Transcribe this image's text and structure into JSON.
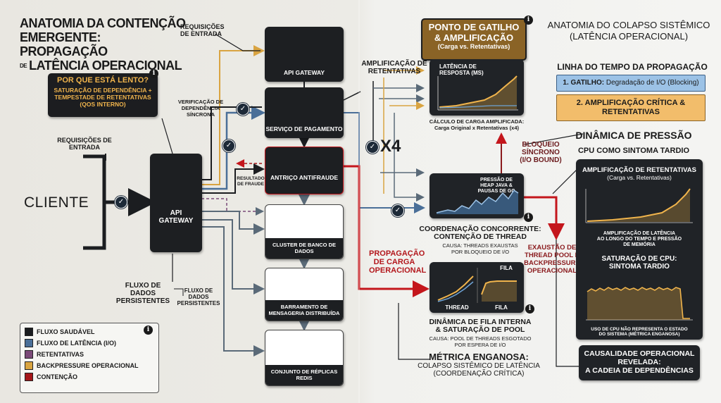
{
  "left_title": {
    "line1": "ANATOMIA DA CONTENÇÃO",
    "line2": "EMERGENTE: PROPAGAÇÃO",
    "prefix": "DE",
    "line3": "LATÊNCIA OPERACIONAL"
  },
  "why_slow": {
    "title": "POR QUE ESTÁ LENTO?",
    "body1": "SATURAÇÃO DE DEPENDÊNCIA +",
    "body2": "TEMPESTADE DE RETENTATIVAS",
    "body3": "(QoS INTERNO)"
  },
  "client": {
    "label": "CLIENTE",
    "requests": "REQUISIÇÕES DE ENTRADA"
  },
  "top_requests": "REQUISIÇÕES DE ENTRADA",
  "api_gateway_main": "API GATEWAY",
  "api_gateway_top": "API GATEWAY",
  "payment_service": "SERVIÇO DE PAGAMENTO",
  "antifraud": "ANTRIÇO ANTIFRAUDE",
  "db_cluster": "CLUSTER DE BANCO DE DADOS",
  "message_bus": "BARRAMENTO DE MENSAGERIA DISTRIBUÍDA",
  "redis": "CONJUNTO DE RÉPLICAS REDIS",
  "sync_check": "VERIFICAÇÃO DE DEPENDÊNCIA SÍNCRONA",
  "fraud_result": "RESULTADO DE FRAUDE",
  "persistent_flow_1": "FLUXO DE DADOS PERSISTENTES",
  "persistent_flow_2": "FLUXO DE DADOS PERSISTENTES",
  "retry_amp_label": "AMPLIFICAÇÃO DE RETENTATIVAS",
  "x4": "X4",
  "trigger": {
    "line1": "PONTO DE GATILHO",
    "line2": "& AMPLIFICAÇÃO",
    "line3": "(Carga vs. Retentativas)"
  },
  "latency_chart": {
    "title": "LATÊNCIA DE RESPOSTA (ms)",
    "caption1": "CÁLCULO DE CARGA AMPLIFICADA:",
    "caption2": "Carga Original x Retentativas (x4)"
  },
  "sync_block": {
    "line1": "BLOQUEIO",
    "line2": "SÍNCRONO",
    "line3": "(I/O BOUND)"
  },
  "heap_chart": {
    "title": "PRESSÃO DE HEAP JAVA & PAUSAS DE GC"
  },
  "concurrency": {
    "title1": "COORDENAÇÃO CONCORRENTE:",
    "title2": "CONTENÇÃO DE THREAD",
    "cause1": "CAUSA: THREADS EXAUSTAS",
    "cause2": "POR BLOQUEIO DE I/O"
  },
  "load_propagation": "PROPAGAÇÃO DE CARGA OPERACIONAL",
  "queue_chart": {
    "thread": "THREAD",
    "fila": "FILA",
    "fila_top": "FILA"
  },
  "queue_dyn": {
    "title1": "DINÂMICA DE FILA INTERNA",
    "title2": "& SATURAÇÃO DE POOL",
    "cause1": "CAUSA: POOL DE THREADS ESGOTADO",
    "cause2": "POR ESPERA DE I/O"
  },
  "misleading": {
    "title": "MÉTRICA ENGANOSA:",
    "sub1": "COLAPSO SISTÊMICO DE LATÊNCIA",
    "sub2": "(COORDENAÇÃO CRÍTICA)"
  },
  "exhaustion": "EXAUSTÃO DE THREAD POOL E BACKPRESSURE OPERACIONAL",
  "right_title": {
    "line1": "ANATOMIA DO COLAPSO SISTÊMICO",
    "line2": "(LATÊNCIA OPERACIONAL)"
  },
  "timeline": {
    "title": "LINHA DO TEMPO DA PROPAGAÇÃO",
    "step1_num": "1. GATILHO:",
    "step1_txt": "Degradação de I/O (Blocking)",
    "step2": "2. AMPLIFICAÇÃO CRÍTICA & RETENTATIVAS"
  },
  "pressure": {
    "title": "DINÂMICA DE PRESSÃO",
    "sub": "CPU COMO SINTOMA TARDIO"
  },
  "retry_panel": {
    "title": "AMPLIFICAÇÃO DE RETENTATIVAS",
    "sub": "(Carga vs. Retentativas)",
    "caption1": "AMPLIFICAÇÃO DE LATÊNCIA",
    "caption2": "AO LONGO DO TEMPO E PRESSÃO",
    "caption3": "DE MEMÓRIA"
  },
  "cpu_panel": {
    "title1": "SATURAÇÃO DE CPU:",
    "title2": "SINTOMA TARDIO",
    "caption1": "USO DE CPU NÃO REPRESENTA O ESTADO",
    "caption2": "DO SISTEMA (MÉTRICA ENGANOSA)"
  },
  "causality": {
    "line1": "CAUSALIDADE OPERACIONAL",
    "line2": "REVELADA:",
    "line3": "A CADEIA DE DEPENDÊNCIAS"
  },
  "legend": {
    "items": [
      {
        "label": "FLUXO SAUDÁVEL",
        "color": "#1b1d20"
      },
      {
        "label": "FLUXO DE LATÊNCIA (I/O)",
        "color": "#4a6f98"
      },
      {
        "label": "RETENTATIVAS",
        "color": "#7b4a78"
      },
      {
        "label": "BACKPRESSURE OPERACIONAL",
        "color": "#d9a441"
      },
      {
        "label": "CONTENÇÃO",
        "color": "#a5161a"
      }
    ]
  },
  "colors": {
    "accent_orange": "#f0b44c",
    "timeline_blue": "#9cc2e6",
    "timeline_orange": "#f2bd6b",
    "red": "#c4161c",
    "dark": "#1d1f22"
  }
}
